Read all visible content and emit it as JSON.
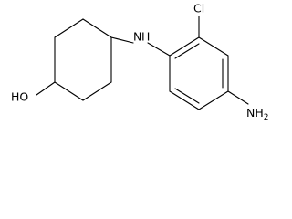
{
  "atoms": {
    "hydroxyl": "HO",
    "amine_bridge": "N",
    "amine_bridge_h": "H",
    "chloro": "Cl",
    "amine_terminal": "NH",
    "amine_terminal_sub": "2"
  }
}
